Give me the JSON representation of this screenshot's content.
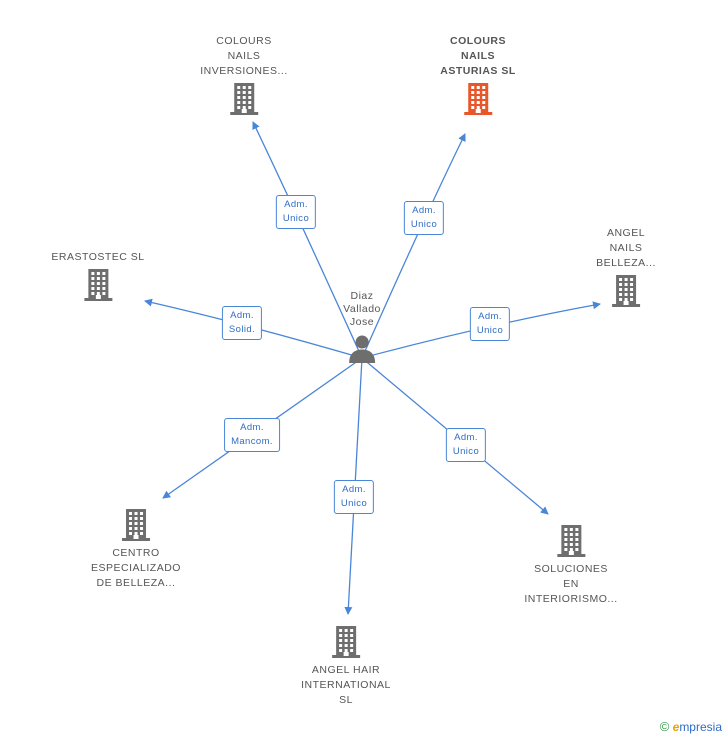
{
  "person": {
    "lines": [
      "Diaz",
      "Vallado",
      "Jose"
    ]
  },
  "companies": [
    {
      "id": "colours-nails-inversiones",
      "lines": [
        "COLOURS",
        "NAILS",
        "INVERSIONES..."
      ],
      "highlight": false
    },
    {
      "id": "colours-nails-asturias",
      "lines": [
        "COLOURS",
        "NAILS",
        "ASTURIAS SL"
      ],
      "highlight": true
    },
    {
      "id": "erastostec",
      "lines": [
        "ERASTOSTEC SL"
      ],
      "highlight": false
    },
    {
      "id": "angel-nails",
      "lines": [
        "ANGEL",
        "NAILS",
        "BELLEZA..."
      ],
      "highlight": false
    },
    {
      "id": "centro-especializado",
      "lines": [
        "CENTRO",
        "ESPECIALIZADO",
        "DE BELLEZA..."
      ],
      "highlight": false
    },
    {
      "id": "angel-hair",
      "lines": [
        "ANGEL HAIR",
        "INTERNATIONAL",
        "SL"
      ],
      "highlight": false
    },
    {
      "id": "soluciones",
      "lines": [
        "SOLUCIONES",
        "EN",
        "INTERIORISMO..."
      ],
      "highlight": false
    }
  ],
  "roles": [
    {
      "target": "colours-nails-inversiones",
      "lines": [
        "Adm.",
        "Unico"
      ]
    },
    {
      "target": "colours-nails-asturias",
      "lines": [
        "Adm.",
        "Unico"
      ]
    },
    {
      "target": "erastostec",
      "lines": [
        "Adm.",
        "Solid."
      ]
    },
    {
      "target": "angel-nails",
      "lines": [
        "Adm.",
        "Unico"
      ]
    },
    {
      "target": "centro-especializado",
      "lines": [
        "Adm.",
        "Mancom."
      ]
    },
    {
      "target": "angel-hair",
      "lines": [
        "Adm.",
        "Unico"
      ]
    },
    {
      "target": "soluciones",
      "lines": [
        "Adm.",
        "Unico"
      ]
    }
  ],
  "colors": {
    "edge": "#4a86d8",
    "building": "#6e6e6e",
    "building_highlight": "#e8562a",
    "person": "#6e6e6e"
  },
  "footer": {
    "copyright": "©",
    "brand_e": "e",
    "brand_rest": "mpresia"
  }
}
